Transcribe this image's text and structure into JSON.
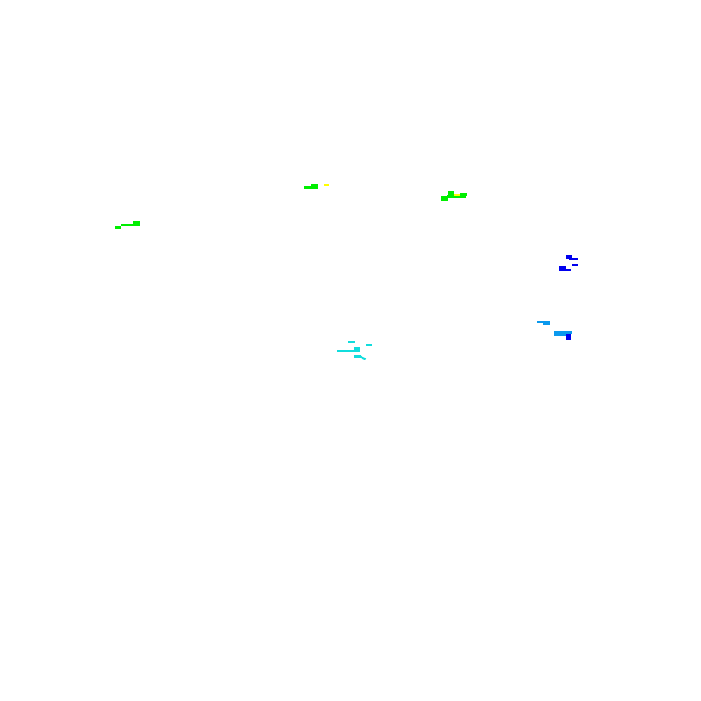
{
  "canvas": {
    "background": "#ffffff"
  },
  "palette": {
    "green": "#00ee00",
    "yellow": "#ffff00",
    "blue": "#0000ee",
    "sky_blue": "#0a99ee",
    "cyan": "#11dddd"
  },
  "clusters": [
    {
      "name": "green-mark-left",
      "color": "green"
    },
    {
      "name": "green-mark-center",
      "color": "green",
      "accent": "yellow"
    },
    {
      "name": "green-mark-right",
      "color": "green",
      "accent": "yellow"
    },
    {
      "name": "blue-mark-upper",
      "color": "blue"
    },
    {
      "name": "sky-blue-mark-lower",
      "color": "sky_blue",
      "accent": "blue"
    },
    {
      "name": "cyan-mark-center",
      "color": "cyan"
    }
  ]
}
